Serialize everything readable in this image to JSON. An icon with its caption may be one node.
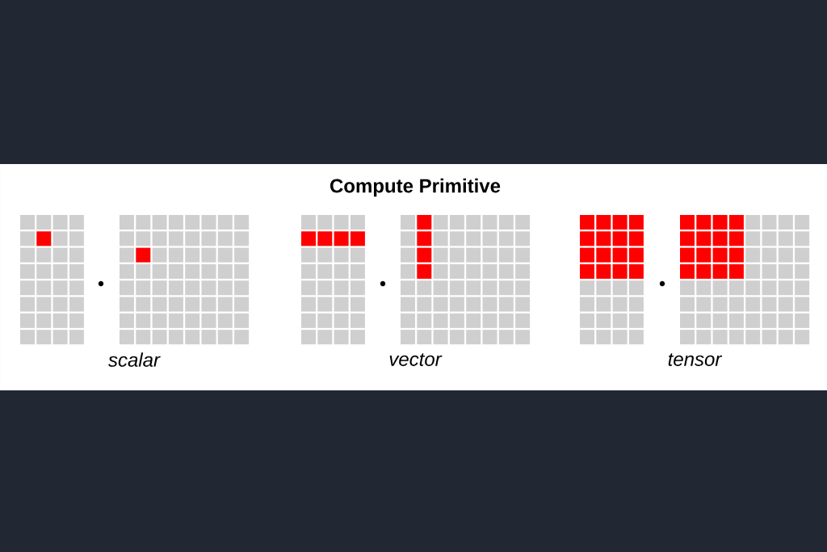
{
  "diagram": {
    "title": "Compute Primitive",
    "labels": [
      "scalar",
      "vector",
      "tensor"
    ]
  }
}
